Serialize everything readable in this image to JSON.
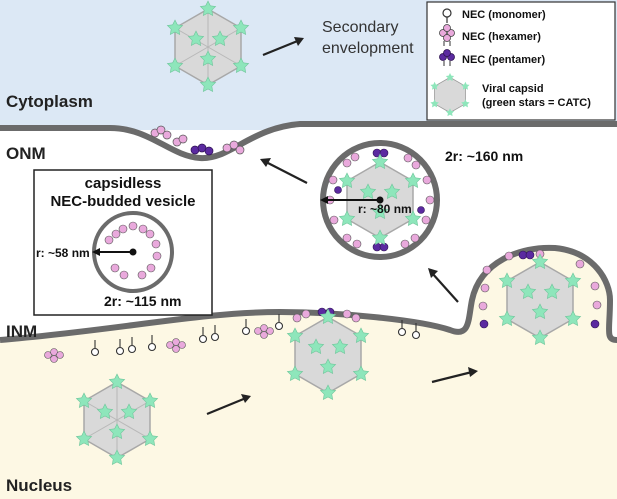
{
  "regions": {
    "cytoplasm": "Cytoplasm",
    "onm": "ONM",
    "inm": "INM",
    "nucleus": "Nucleus"
  },
  "secondary_envelopment": [
    "Secondary",
    "envelopment"
  ],
  "legend": {
    "items": [
      {
        "label": "NEC (monomer)",
        "icon": "nec-monomer-icon"
      },
      {
        "label": "NEC (hexamer)",
        "icon": "nec-hexamer-icon"
      },
      {
        "label": "NEC (pentamer)",
        "icon": "nec-pentamer-icon"
      },
      {
        "label": "Viral capsid",
        "label2": "(green stars = CATC)",
        "icon": "viral-capsid-icon"
      }
    ]
  },
  "vesicle_box": {
    "title_line1": "capsidless",
    "title_line2": "NEC-budded vesicle",
    "radius_label": "r: ~58 nm",
    "diameter_label": "2r: ~115 nm"
  },
  "budded_vesicle": {
    "radius_label": "r: ~80 nm",
    "diameter_label": "2r: ~160 nm"
  },
  "colors": {
    "cytoplasm": "#dce8f5",
    "perinuclear": "#ffffff",
    "nucleus": "#fdf8e4",
    "membrane": "#6b6b6b",
    "capsid_fill": "#d9d9d9",
    "capsid_star": "#8ee6bb",
    "hexamer": "#e9a9dc",
    "pentamer": "#5b2aa0"
  }
}
